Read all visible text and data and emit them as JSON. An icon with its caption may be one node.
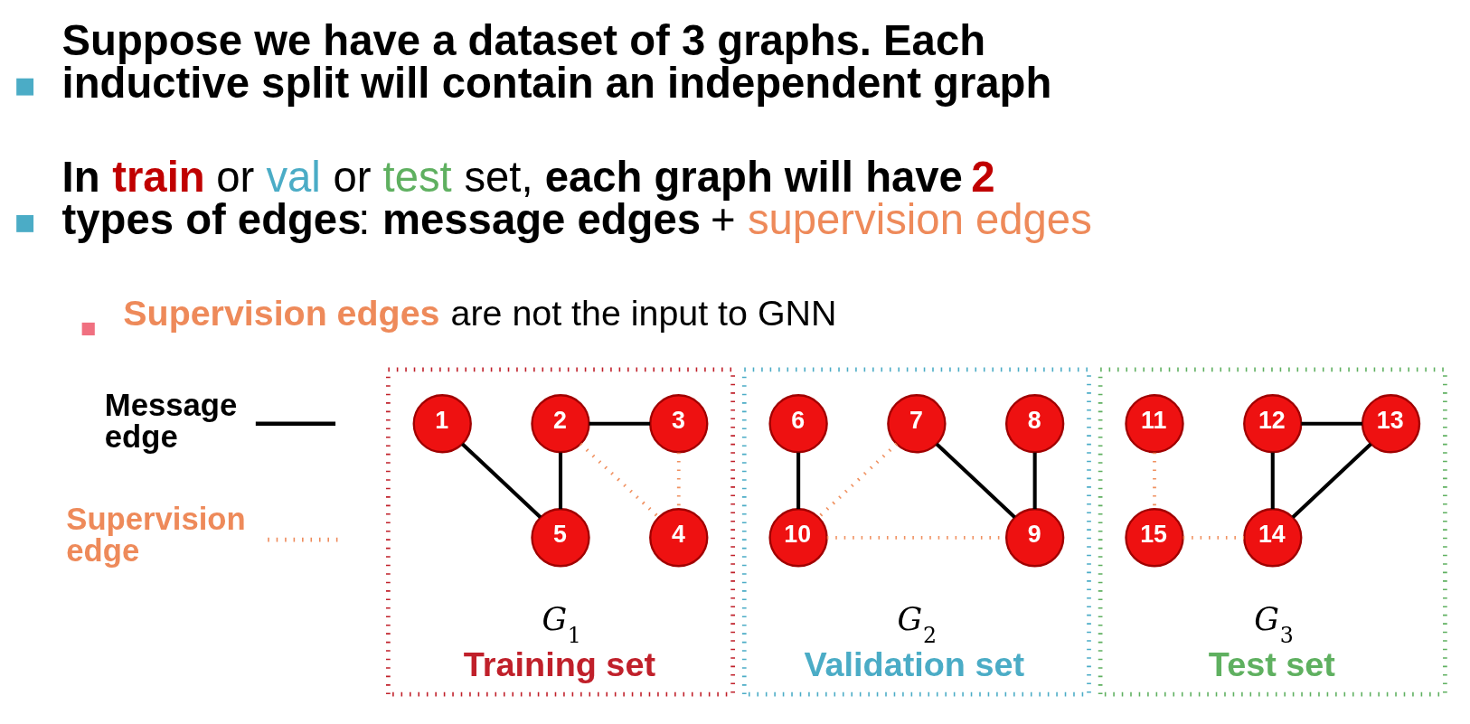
{
  "diagram": {
    "nodes": [
      {
        "text": [
          "*G*$_{1}$",
          "Training set"
        ]
      },
      {
        "text": [
          "1"
        ],
        "in": 0
      },
      {
        "text": [
          "2"
        ],
        "in": 0
      },
      {
        "text": [
          "3"
        ],
        "in": 0
      },
      {
        "text": [
          "4"
        ],
        "in": 0
      },
      {
        "text": [
          "5"
        ],
        "in": 0
      },
      {
        "text": [
          "*G*$_{2}$",
          "Validation set"
        ]
      },
      {
        "text": [
          "6"
        ],
        "in": 6
      },
      {
        "text": [
          "7"
        ],
        "in": 6
      },
      {
        "text": [
          "8"
        ],
        "in": 6
      },
      {
        "text": [
          "9"
        ],
        "in": 6
      },
      {
        "text": [
          "10"
        ],
        "in": 6
      },
      {
        "text": [
          "*G*$_{3}$",
          "Test set"
        ]
      },
      {
        "text": [
          "11"
        ],
        "in": 12
      },
      {
        "text": [
          "12"
        ],
        "in": 12
      },
      {
        "text": [
          "13"
        ],
        "in": 12
      },
      {
        "text": [
          "14"
        ],
        "in": 12
      },
      {
        "text": [
          "15"
        ],
        "in": 12
      }
    ],
    "edges": [
      {
        "from": 1,
        "to": 5,
        "arrow": "none"
      },
      {
        "from": 2,
        "to": 5,
        "arrow": "none"
      },
      {
        "from": 2,
        "to": 3,
        "arrow": "none"
      },
      {
        "from": 2,
        "to": 4,
        "arrow": "none",
        "style": "dashed",
        "color": "#f0905f"
      },
      {
        "from": 3,
        "to": 4,
        "arrow": "none",
        "style": "dashed",
        "color": "#f0905f"
      },
      {
        "from": 7,
        "to": 11,
        "arrow": "none"
      },
      {
        "from": 8,
        "to": 11,
        "arrow": "none",
        "style": "dashed",
        "color": "#f0905f"
      },
      {
        "from": 8,
        "to": 10,
        "arrow": "none"
      },
      {
        "from": 9,
        "to": 10,
        "arrow": "none"
      },
      {
        "from": 11,
        "to": 10,
        "arrow": "none",
        "style": "dashed",
        "color": "#f0905f"
      },
      {
        "from": 13,
        "to": 17,
        "arrow": "none",
        "style": "dashed",
        "color": "#f0905f"
      },
      {
        "from": 17,
        "to": 16,
        "arrow": "none",
        "style": "dashed",
        "color": "#f0905f"
      },
      {
        "from": 14,
        "to": 16,
        "arrow": "none"
      },
      {
        "from": 14,
        "to": 15,
        "arrow": "none"
      },
      {
        "from": 15,
        "to": 16,
        "arrow": "none"
      }
    ],
    "labels": [
      "Suppose we have a dataset of 3 graphs. Each inductive split will contain an independent graph",
      "**In train** or val or test set, **each graph will have 2 types of edges**: **message edges** + supervision edges",
      "**Supervision edges** are not the input to GNN"
    ],
    "legend": [
      {
        "text": "Message edge"
      },
      {
        "text": "Supervision edge"
      }
    ]
  }
}
